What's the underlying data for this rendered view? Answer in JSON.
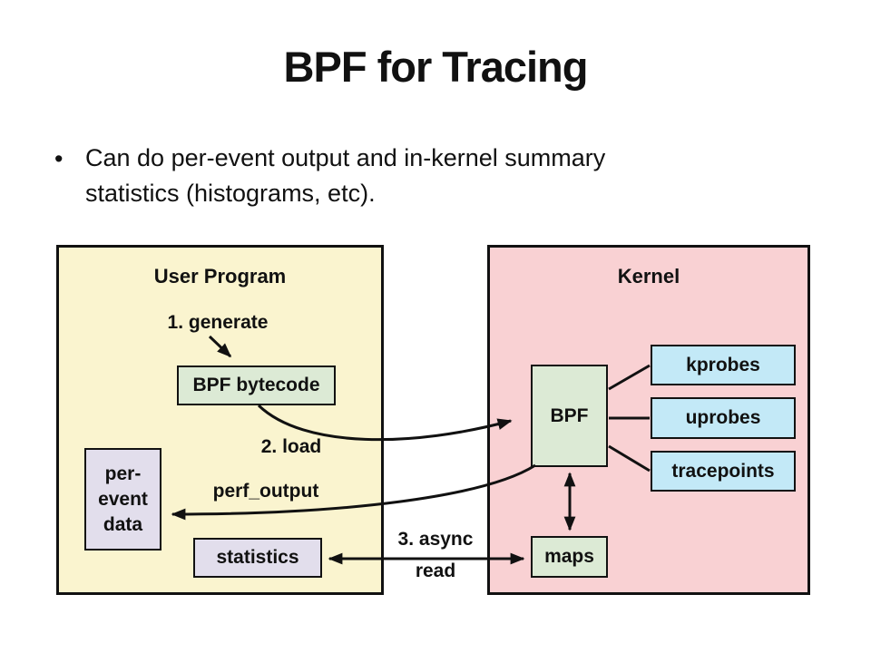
{
  "slide": {
    "title": "BPF for Tracing",
    "bullet": {
      "marker": "•",
      "text": "Can do per-event output and in-kernel summary\nstatistics (histograms, etc)."
    }
  },
  "diagram": {
    "user_program": {
      "heading": "User Program",
      "generate_label": "1. generate",
      "bytecode_box": "BPF bytecode",
      "load_label": "2. load",
      "per_event_box": "per-\nevent\ndata",
      "perf_output_label": "perf_output",
      "statistics_box": "statistics"
    },
    "kernel": {
      "heading": "Kernel",
      "bpf_box": "BPF",
      "kprobes_box": "kprobes",
      "uprobes_box": "uprobes",
      "tracepoints_box": "tracepoints",
      "maps_box": "maps"
    },
    "gap": {
      "async_label_line1": "3. async",
      "async_label_line2": "read"
    },
    "colors": {
      "user_program_bg": "#faf4cf",
      "kernel_bg": "#f9d1d3",
      "code_box_bg": "#dcead5",
      "data_box_bg": "#e2deec",
      "probe_box_bg": "#c3e9f7",
      "line": "#111111"
    }
  }
}
